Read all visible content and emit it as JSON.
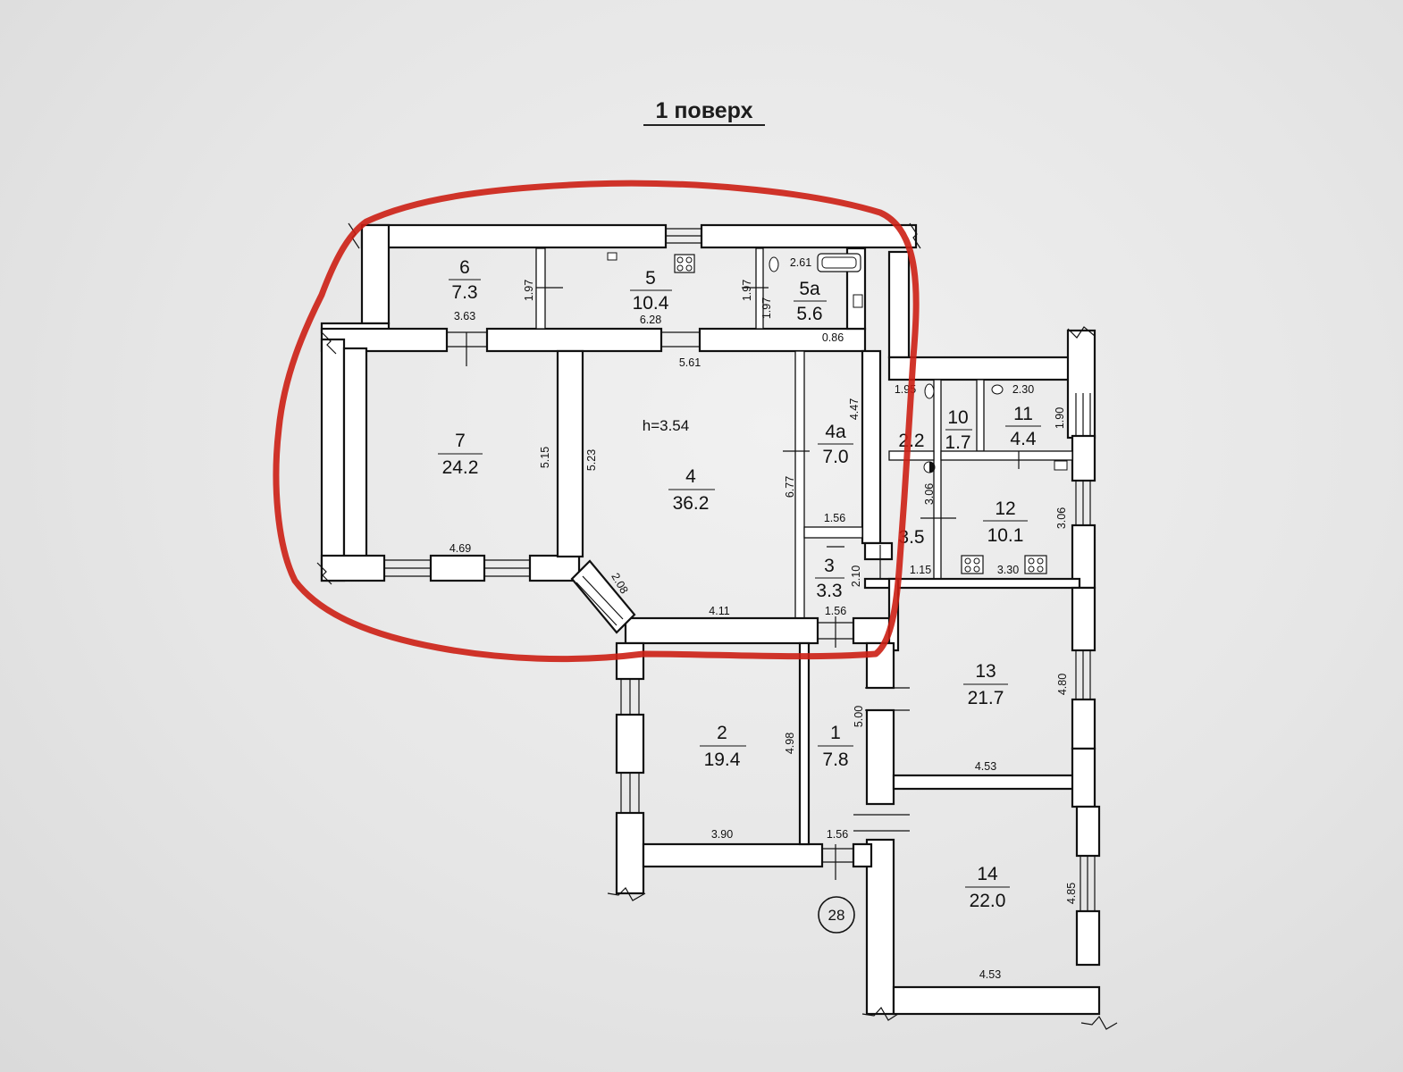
{
  "plan": {
    "title": "1 поверх",
    "entrance_number": "28",
    "highlight_color": "#cc1f14"
  },
  "rooms": [
    {
      "id": "r6",
      "number": "6",
      "area": "7.3"
    },
    {
      "id": "r5",
      "number": "5",
      "area": "10.4"
    },
    {
      "id": "r5a",
      "number": "5а",
      "area": "5.6"
    },
    {
      "id": "r7",
      "number": "7",
      "area": "24.2"
    },
    {
      "id": "r4",
      "number": "4",
      "area": "36.2"
    },
    {
      "id": "r4a",
      "number": "4а",
      "area": "7.0"
    },
    {
      "id": "r3",
      "number": "3",
      "area": "3.3"
    },
    {
      "id": "r10",
      "number": "10",
      "area": "1.7"
    },
    {
      "id": "r11",
      "number": "11",
      "area": "4.4"
    },
    {
      "id": "r12",
      "number": "12",
      "area": "10.1"
    },
    {
      "id": "r2",
      "number": "2",
      "area": "19.4"
    },
    {
      "id": "r1",
      "number": "1",
      "area": "7.8"
    },
    {
      "id": "r13",
      "number": "13",
      "area": "21.7"
    },
    {
      "id": "r14",
      "number": "14",
      "area": "22.0"
    },
    {
      "id": "r9",
      "number": "2.2",
      "area": ""
    },
    {
      "id": "r8",
      "number": "3.5",
      "area": ""
    }
  ],
  "room4_height": "h=3.54",
  "dimensions": [
    "1.97",
    "3.63",
    "1.97",
    "6.28",
    "1.97",
    "2.61",
    "0.86",
    "5.61",
    "5.15",
    "4.69",
    "5.23",
    "4.47",
    "6.77",
    "1.56",
    "2.08",
    "4.11",
    "2.10",
    "1.56",
    "1.95",
    "2.30",
    "1.90",
    "3.06",
    "3.06",
    "1.15",
    "3.30",
    "4.80",
    "5.00",
    "4.53",
    "4.98",
    "3.90",
    "1.56",
    "4.85",
    "4.53"
  ]
}
